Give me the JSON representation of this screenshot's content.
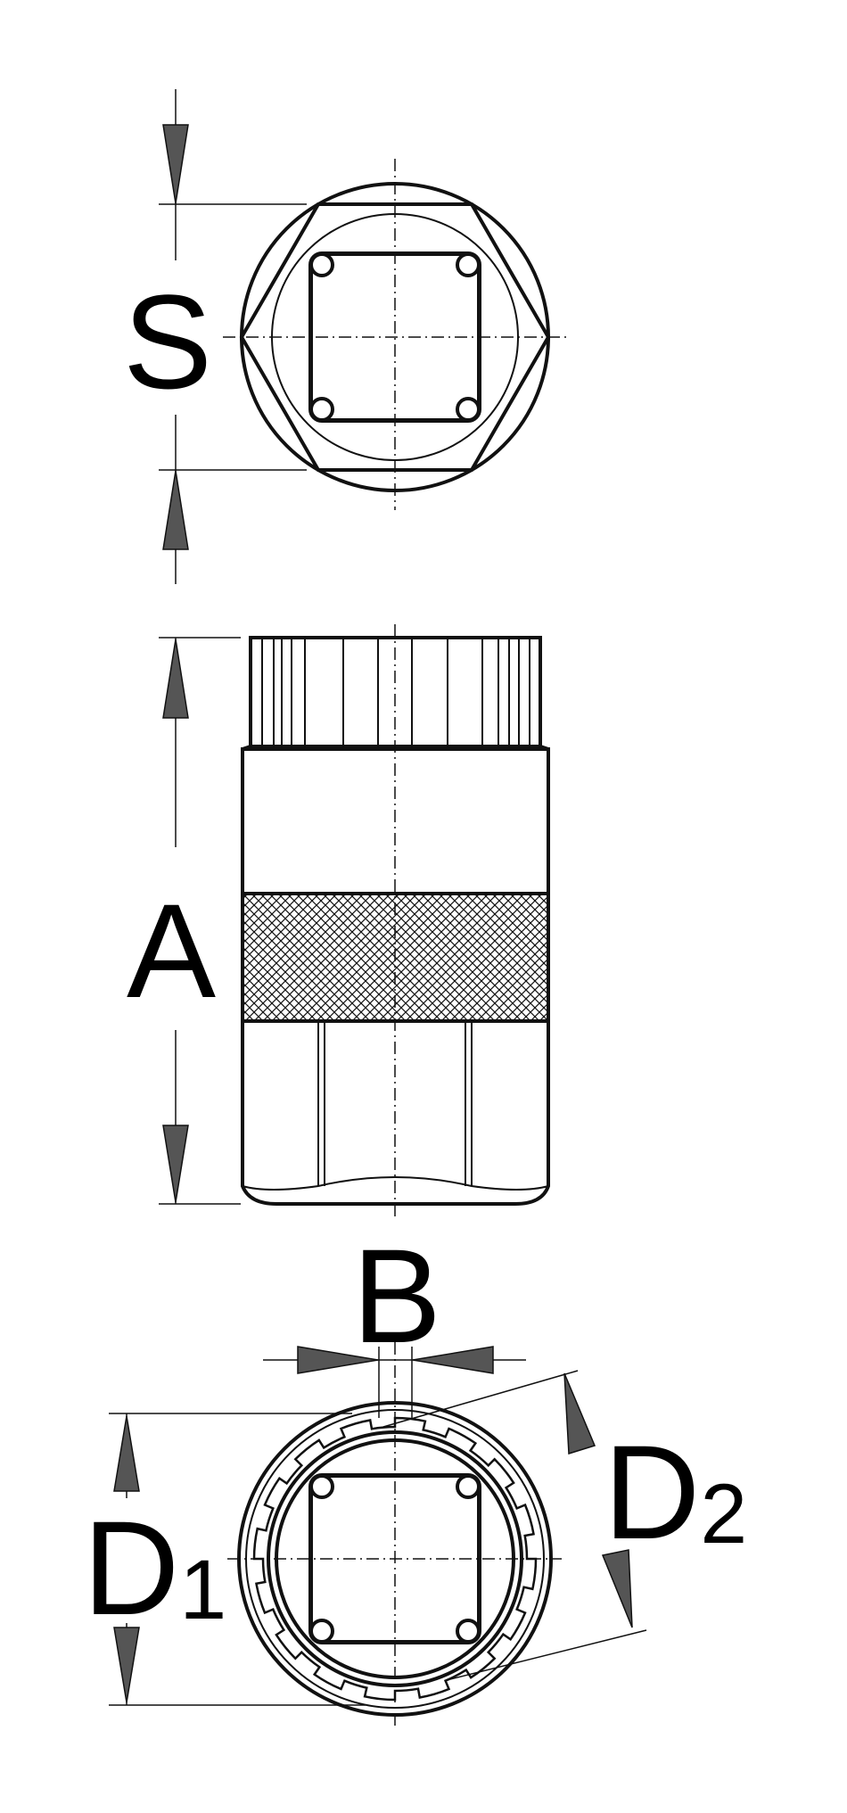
{
  "labels": {
    "s": "S",
    "a": "A",
    "b": "B",
    "d1_main": "D",
    "d1_sub": "1",
    "d2_main": "D",
    "d2_sub": "2"
  }
}
